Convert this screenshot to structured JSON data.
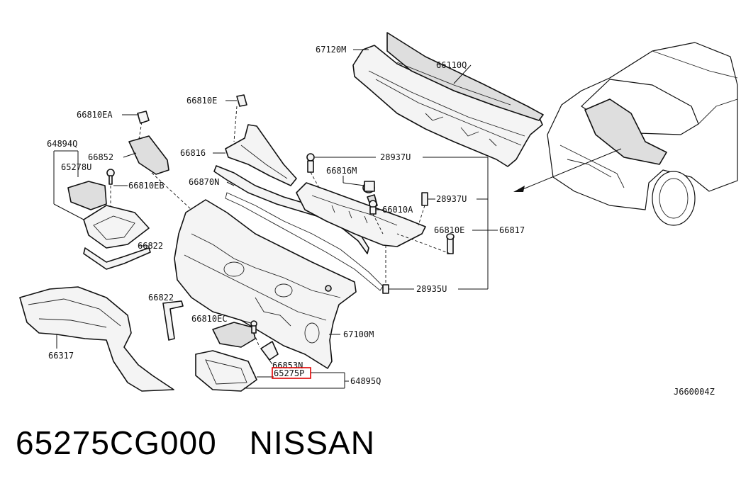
{
  "diagram": {
    "callouts": {
      "p67120M": "67120M",
      "p66110Q": "66110Q",
      "p66810E_top": "66810E",
      "p66810EA": "66810EA",
      "p64894Q": "64894Q",
      "p66852": "66852",
      "p65278U": "65278U",
      "p66810EB": "66810EB",
      "p66816": "66816",
      "p28937U_top": "28937U",
      "p66816M": "66816M",
      "p66870N": "66870N",
      "p28937U_mid": "28937U",
      "p66010A": "66010A",
      "p66810E_right": "66810E",
      "p66817": "66817",
      "p66822_top": "66822",
      "p28935U": "28935U",
      "p66822_mid": "66822",
      "p66810EC": "66810EC",
      "p67100M": "67100M",
      "p66317": "66317",
      "p66853N": "66853N",
      "p65275P": "65275P",
      "p64895Q": "64895Q"
    },
    "highlighted_callout": "65275P",
    "highlight_color": "#e00000",
    "figure_code": "J660004Z"
  },
  "caption": {
    "part_number": "65275CG000",
    "brand": "NISSAN"
  }
}
